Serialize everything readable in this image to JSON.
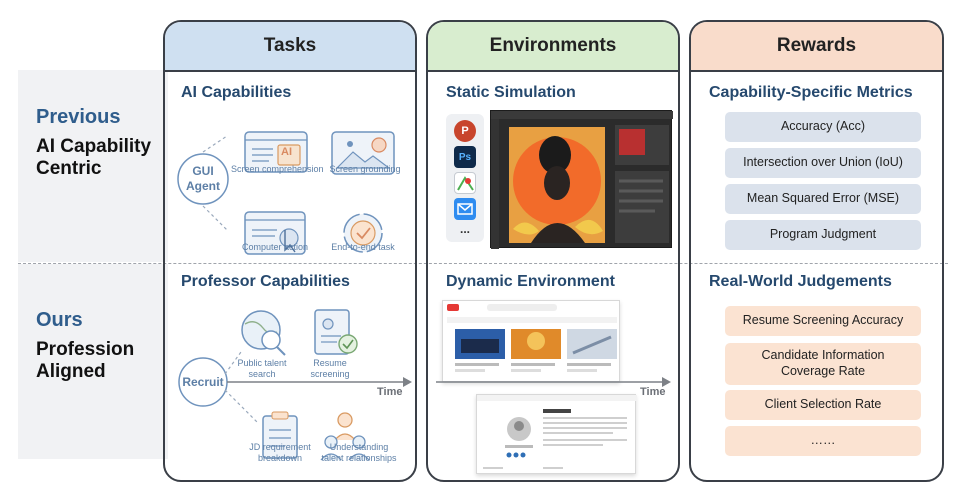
{
  "rows": {
    "previous": {
      "accent": "Previous",
      "line1": "AI Capability",
      "line2": "Centric"
    },
    "ours": {
      "accent": "Ours",
      "line1": "Profession",
      "line2": "Aligned"
    }
  },
  "columns": {
    "tasks": {
      "header": "Tasks",
      "top_title": "AI Capabilities",
      "gui_agent": [
        "GUI",
        "Agent"
      ],
      "ai_badge": "AI",
      "top_items": [
        "Screen comprehension",
        "Screen grounding",
        "Computer action",
        "End-to-end task"
      ],
      "bottom_title": "Professor Capabilities",
      "recruit": "Recruit",
      "time": "Time",
      "bottom_items": [
        [
          "Public talent",
          "search"
        ],
        [
          "Resume",
          "screening"
        ],
        [
          "JD requirement",
          "breakdown"
        ],
        [
          "Understanding",
          "talent relationships"
        ]
      ]
    },
    "environments": {
      "header": "Environments",
      "top_title": "Static Simulation",
      "app_badges": [
        "P",
        "Ps",
        "..."
      ],
      "bottom_title": "Dynamic Environment",
      "time": "Time"
    },
    "rewards": {
      "header": "Rewards",
      "top_title": "Capability-Specific Metrics",
      "top_metrics": [
        "Accuracy (Acc)",
        "Intersection over Union (IoU)",
        "Mean Squared Error (MSE)",
        "Program Judgment"
      ],
      "bottom_title": "Real-World Judgements",
      "bottom_metrics": [
        "Resume Screening Accuracy",
        [
          "Candidate Information",
          "Coverage Rate"
        ],
        "Client Selection Rate",
        "……"
      ]
    }
  },
  "colors": {
    "icon_blue": "#6f93bd",
    "section_title": "#26496e",
    "tasks_header": "#cfe0f1",
    "env_header": "#d8edcf",
    "rewards_header": "#f9dccb",
    "metric_blue": "#dbe2ec",
    "metric_peach": "#fbe3d2"
  }
}
